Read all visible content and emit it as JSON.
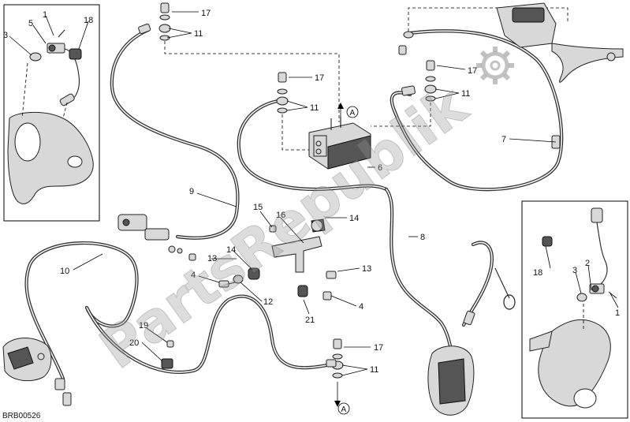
{
  "diagram": {
    "code": "BRB00526",
    "watermark": "PartsRepublik",
    "reference_arrow": "A",
    "labels": [
      {
        "id": "lbl-1-rear-inset",
        "text": "1"
      },
      {
        "id": "lbl-18-rear-inset",
        "text": "18"
      },
      {
        "id": "lbl-5-rear-inset",
        "text": "5"
      },
      {
        "id": "lbl-3-rear-inset",
        "text": "3"
      },
      {
        "id": "lbl-17-top",
        "text": "17"
      },
      {
        "id": "lbl-11-top",
        "text": "11"
      },
      {
        "id": "lbl-17-mid",
        "text": "17"
      },
      {
        "id": "lbl-11-mid",
        "text": "11"
      },
      {
        "id": "lbl-17-right",
        "text": "17"
      },
      {
        "id": "lbl-11-right",
        "text": "11"
      },
      {
        "id": "lbl-7",
        "text": "7"
      },
      {
        "id": "lbl-6",
        "text": "6"
      },
      {
        "id": "lbl-9",
        "text": "9"
      },
      {
        "id": "lbl-15",
        "text": "15"
      },
      {
        "id": "lbl-16",
        "text": "16"
      },
      {
        "id": "lbl-14-upper",
        "text": "14"
      },
      {
        "id": "lbl-14-lower",
        "text": "14"
      },
      {
        "id": "lbl-13-left",
        "text": "13"
      },
      {
        "id": "lbl-13-right",
        "text": "13"
      },
      {
        "id": "lbl-8",
        "text": "8"
      },
      {
        "id": "lbl-10",
        "text": "10"
      },
      {
        "id": "lbl-4-left",
        "text": "4"
      },
      {
        "id": "lbl-4-right",
        "text": "4"
      },
      {
        "id": "lbl-12",
        "text": "12"
      },
      {
        "id": "lbl-21",
        "text": "21"
      },
      {
        "id": "lbl-19",
        "text": "19"
      },
      {
        "id": "lbl-20",
        "text": "20"
      },
      {
        "id": "lbl-17-bottom",
        "text": "17"
      },
      {
        "id": "lbl-11-bottom",
        "text": "11"
      },
      {
        "id": "lbl-18-front-inset",
        "text": "18"
      },
      {
        "id": "lbl-3-front-inset",
        "text": "3"
      },
      {
        "id": "lbl-2-front-inset",
        "text": "2"
      },
      {
        "id": "lbl-1-front-inset",
        "text": "1"
      }
    ]
  }
}
